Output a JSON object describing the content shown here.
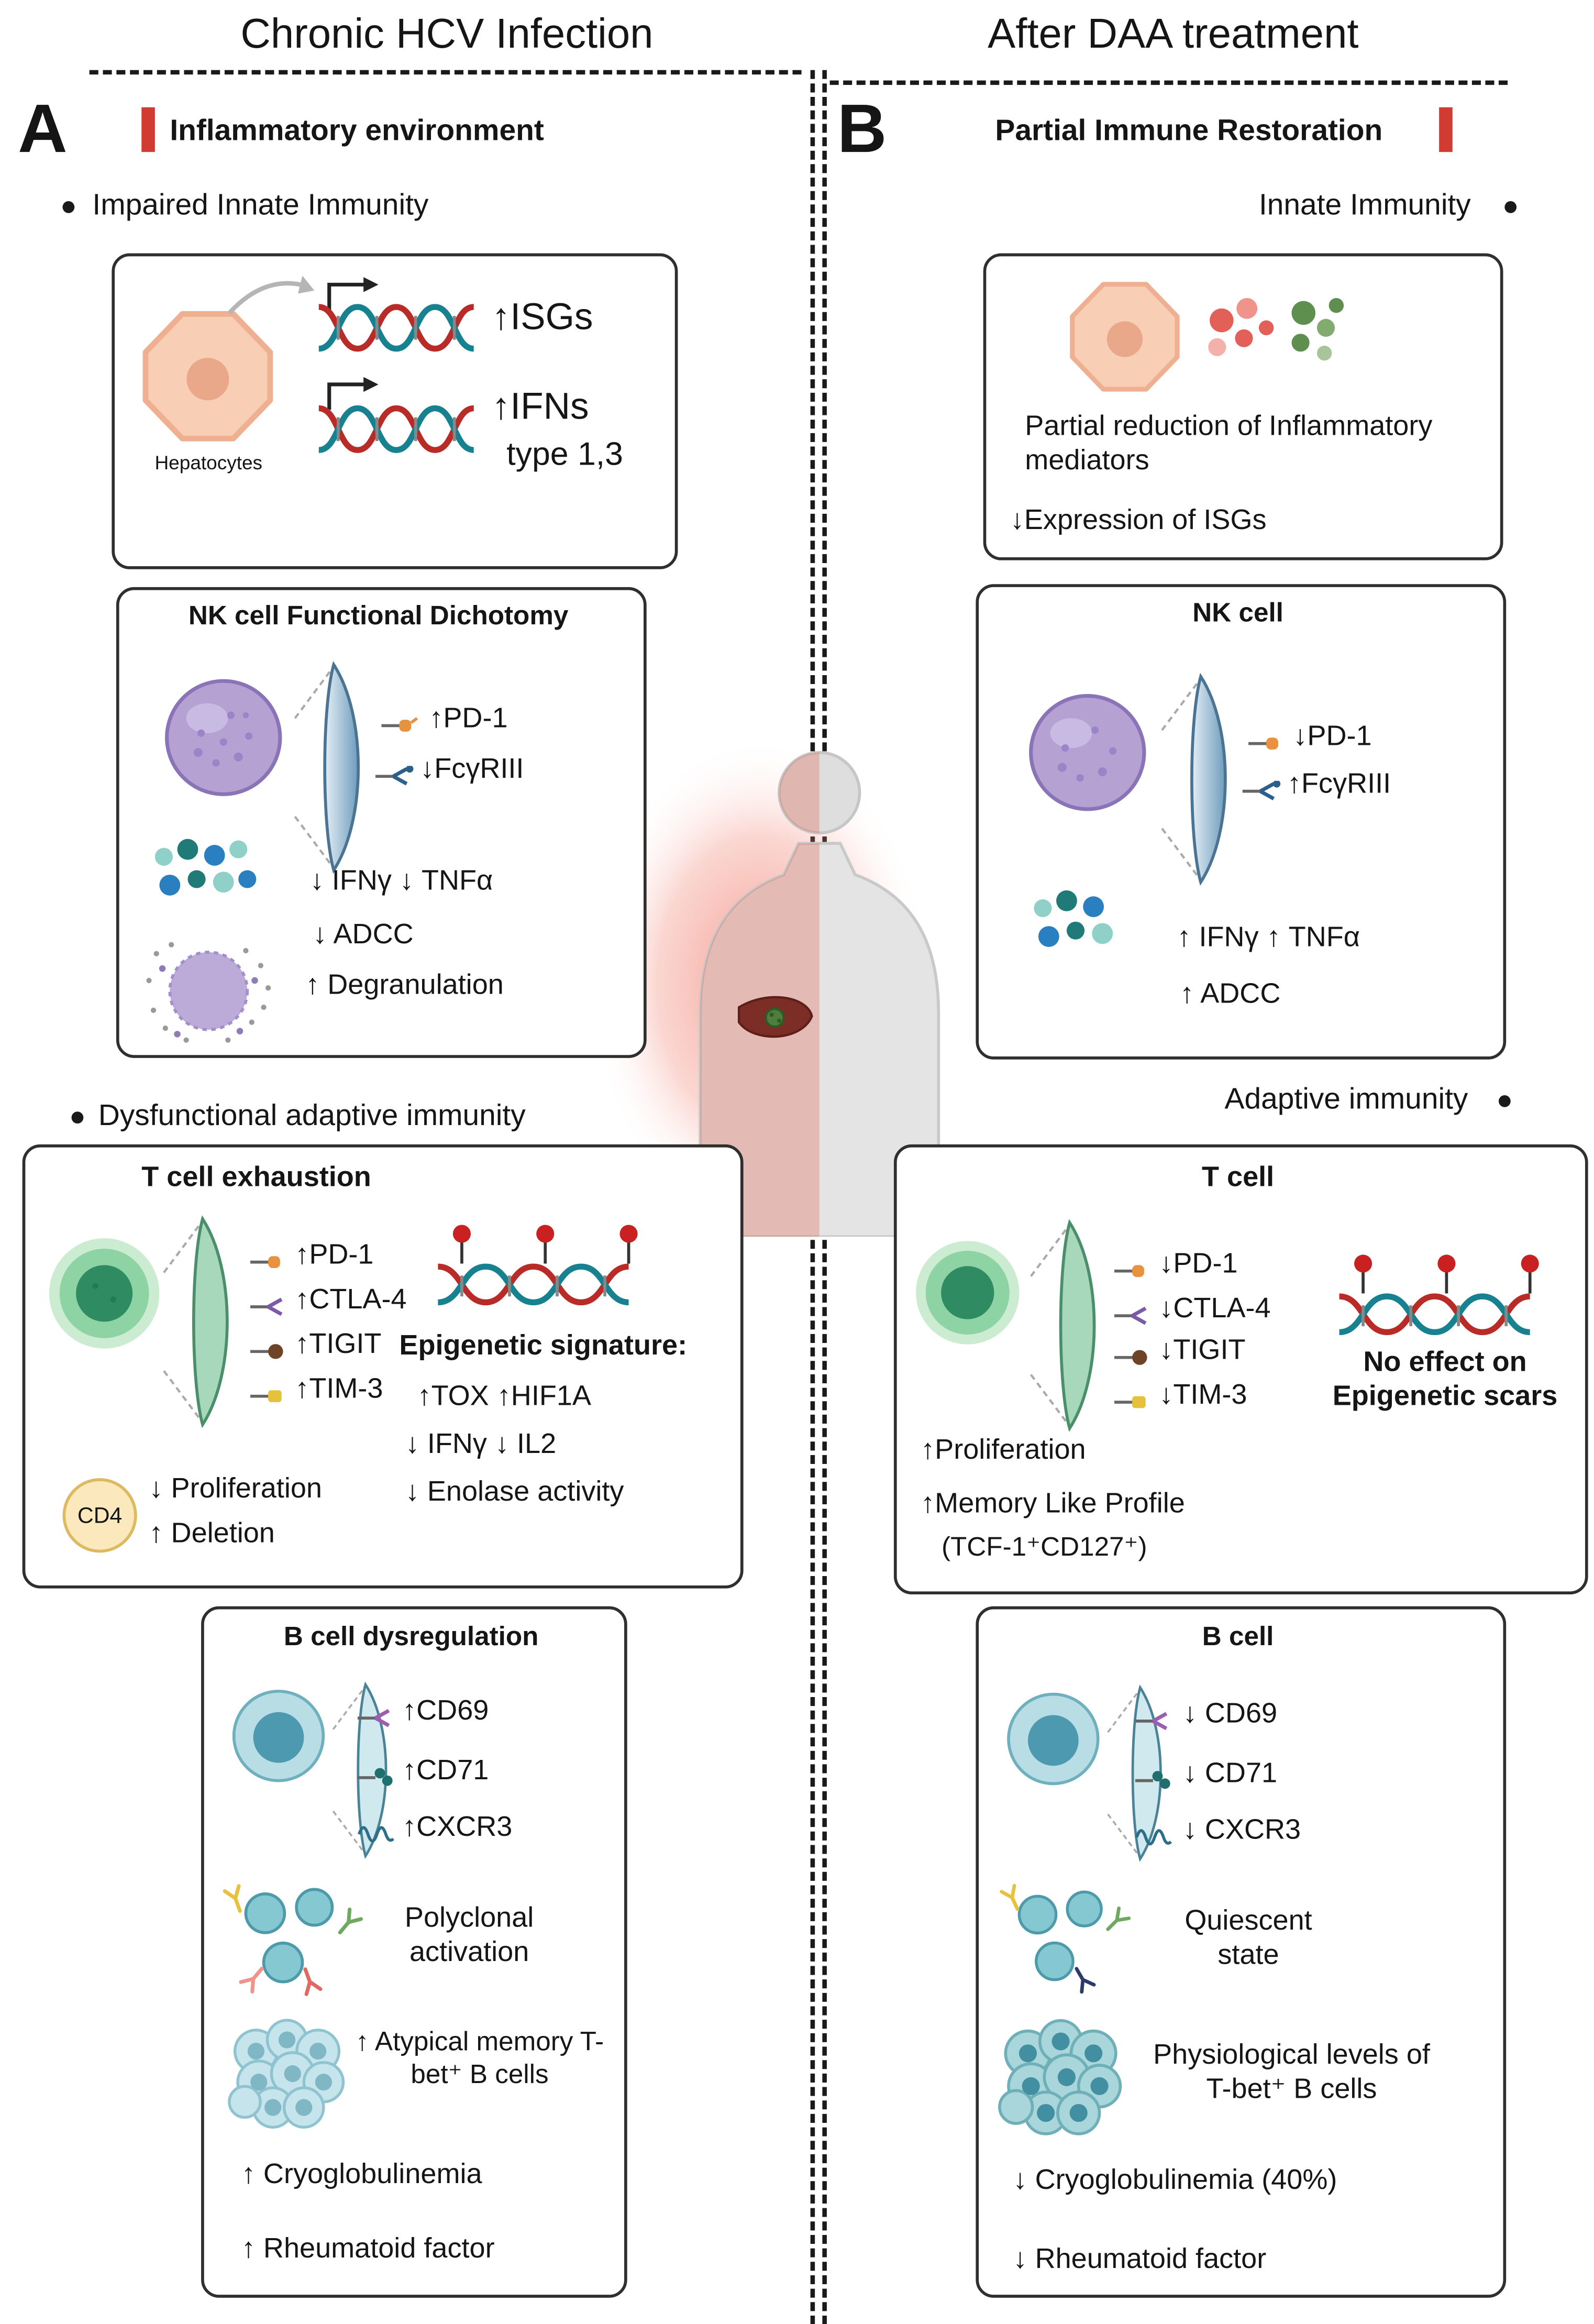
{
  "titles": {
    "left": "Chronic HCV Infection",
    "right": "After DAA treatment"
  },
  "colors": {
    "accent_red": "#d23b32",
    "dna_red": "#b92b27",
    "dna_teal": "#17818f",
    "nk_purple": "#b5a2d3",
    "t_cell_green": "#2e8b62",
    "b_cell_teal": "#4d9ab0",
    "hepatocyte_peach": "#f8cfb4",
    "methyl_red": "#c92121"
  },
  "icons": {
    "hepatocyte": "hexagonal peach liver cell",
    "dna_helix": "red-teal double helix",
    "transcription_arrow": "bent promoter arrow",
    "nk_cell": "purple speckled cell",
    "membrane_lens": "zoomed membrane crescent",
    "cytokine_dots": "teal and blue dot cluster",
    "degranulating_cell": "purple cell releasing granules",
    "t_cell": "green glowing cell",
    "methylated_dna": "DNA with red lollipop methyl marks",
    "b_cell": "teal cell with dark nucleus",
    "antibody_cells": "cells with Y antibodies",
    "b_cell_cluster": "cluster of atypical B cells",
    "inflammatory_mediators": "red and green mediator dots",
    "body_silhouette": "human torso with inflamed liver"
  },
  "panelA": {
    "letter": "A",
    "heading": "Inflammatory environment",
    "innate_bullet": "Impaired Innate Immunity",
    "adaptive_bullet": "Dysfunctional adaptive immunity",
    "hepatocyte_box": {
      "hepatocytes_label": "Hepatocytes",
      "isgs": "↑ISGs",
      "ifns": "↑IFNs",
      "ifns_type": "type 1,3"
    },
    "nk_box": {
      "title": "NK cell Functional Dichotomy",
      "pd1": "↑PD-1",
      "fcgr": "↓FcγRIII",
      "cytokines": "↓ IFNγ ↓ TNFα",
      "adcc": "↓ ADCC",
      "degranulation": "↑ Degranulation"
    },
    "tcell_box": {
      "title": "T cell exhaustion",
      "pd1": "↑PD-1",
      "ctla4": "↑CTLA-4",
      "tigit": "↑TIGIT",
      "tim3": "↑TIM-3",
      "epigenetic_title": "Epigenetic signature:",
      "epi_line1": "↑TOX ↑HIF1A",
      "epi_line2": "↓ IFNγ ↓ IL2",
      "epi_line3": "↓ Enolase activity",
      "cd4_label": "CD4",
      "proliferation": "↓ Proliferation",
      "deletion": "↑ Deletion"
    },
    "bcell_box": {
      "title": "B cell dysregulation",
      "cd69": "↑CD69",
      "cd71": "↑CD71",
      "cxcr3": "↑CXCR3",
      "polyclonal": "Polyclonal activation",
      "atypical": "↑ Atypical memory T-bet⁺ B cells",
      "cryoglobulinemia": "↑ Cryoglobulinemia",
      "rheumatoid": "↑ Rheumatoid factor"
    }
  },
  "panelB": {
    "letter": "B",
    "heading": "Partial Immune Restoration",
    "innate_bullet": "Innate Immunity",
    "adaptive_bullet": "Adaptive immunity",
    "mediators_box": {
      "line1": "Partial reduction of Inflammatory mediators",
      "line2": "↓Expression of ISGs"
    },
    "nk_box": {
      "title": "NK cell",
      "pd1": "↓PD-1",
      "fcgr": "↑FcγRIII",
      "cytokines": "↑ IFNγ ↑ TNFα",
      "adcc": "↑ ADCC"
    },
    "tcell_box": {
      "title": "T cell",
      "pd1": "↓PD-1",
      "ctla4": "↓CTLA-4",
      "tigit": "↓TIGIT",
      "tim3": "↓TIM-3",
      "epigenetic": "No effect on Epigenetic scars",
      "proliferation": "↑Proliferation",
      "memory": "↑Memory Like Profile",
      "memory_sub": "(TCF-1⁺CD127⁺)"
    },
    "bcell_box": {
      "title": "B cell",
      "cd69": "↓ CD69",
      "cd71": "↓ CD71",
      "cxcr3": "↓ CXCR3",
      "quiescent": "Quiescent state",
      "physiological": "Physiological levels of T-bet⁺ B cells",
      "cryoglobulinemia": "↓ Cryoglobulinemia (40%)",
      "rheumatoid": "↓ Rheumatoid factor"
    }
  }
}
